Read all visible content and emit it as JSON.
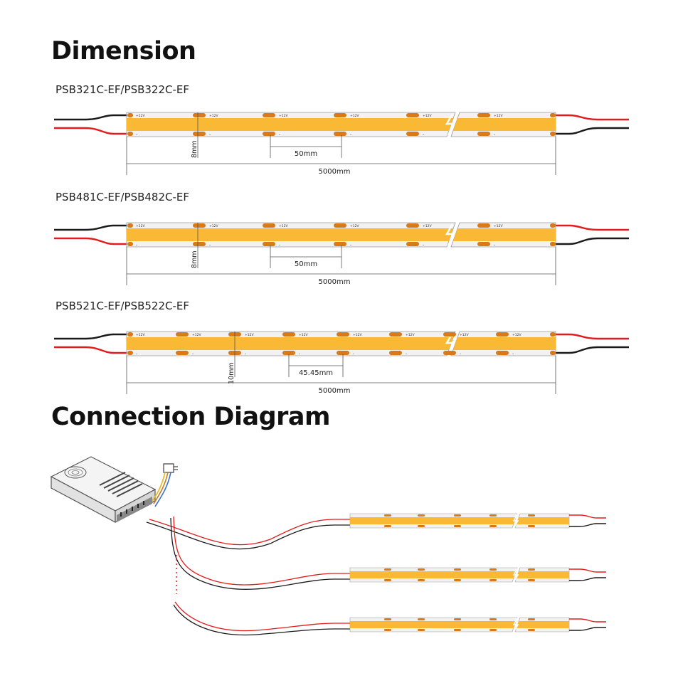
{
  "sections": {
    "dimension_title": "Dimension",
    "connection_title": "Connection Diagram"
  },
  "strips": [
    {
      "model": "PSB321C-EF/PSB322C-EF",
      "width_label": "8mm",
      "cut_label": "50mm",
      "length_label": "5000mm",
      "pad_labels": [
        "+12V",
        "+12V",
        "+12V",
        "+12V",
        "+12V",
        "+12V"
      ],
      "minus_label": "-"
    },
    {
      "model": "PSB481C-EF/PSB482C-EF",
      "width_label": "8mm",
      "cut_label": "50mm",
      "length_label": "5000mm",
      "pad_labels": [
        "+12V",
        "+12V",
        "+12V",
        "+12V",
        "+12V",
        "+12V"
      ],
      "minus_label": "-"
    },
    {
      "model": "PSB521C-EF/PSB522C-EF",
      "width_label": "10mm",
      "cut_label": "45.45mm",
      "length_label": "5000mm",
      "pad_labels": [
        "+12V",
        "+12V",
        "+12V",
        "+12V",
        "+12V",
        "+12V",
        "+12V",
        "+12V"
      ],
      "minus_label": "-"
    }
  ],
  "colors": {
    "strip_fill": "#f9b934",
    "strip_pcb": "#f2f2f2",
    "pad": "#d97a1a",
    "wire_red": "#e21c1c",
    "wire_black": "#1a1a1a",
    "dim_line": "#555555"
  }
}
